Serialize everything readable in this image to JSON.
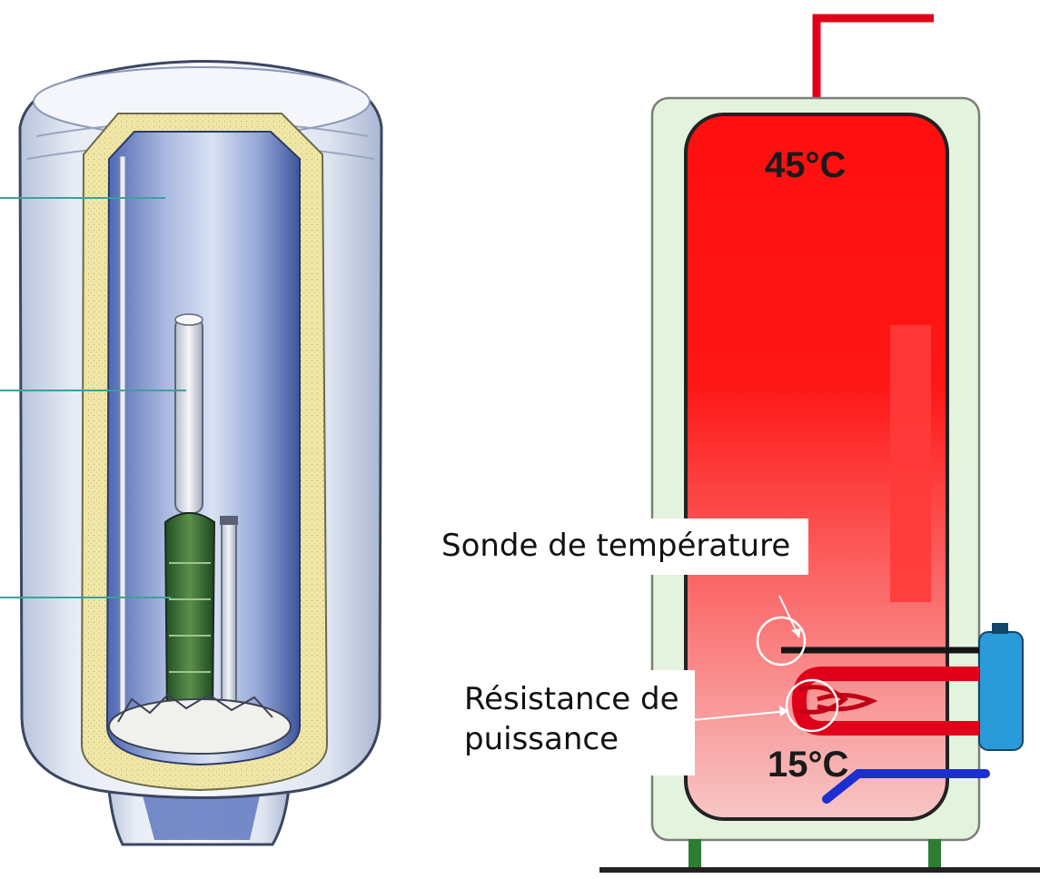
{
  "diagram": {
    "top_temperature": "45°C",
    "bottom_temperature": "15°C",
    "labels": {
      "sonde": "Sonde de température",
      "resistance_line1": "Résistance de",
      "resistance_line2": "puissance"
    }
  },
  "colors": {
    "hot_water": "#ff1a1a",
    "cold_gradient_end": "#f7c4c4",
    "casing": "#e4f3de",
    "cold_pipe": "#1c2fd0",
    "thermostat_box": "#2a9ad8",
    "legs": "#2e7d32",
    "insulation": "#efe6a8",
    "inner_tank": "#9eb0dc",
    "leader_lines": "#3f9f9a"
  }
}
